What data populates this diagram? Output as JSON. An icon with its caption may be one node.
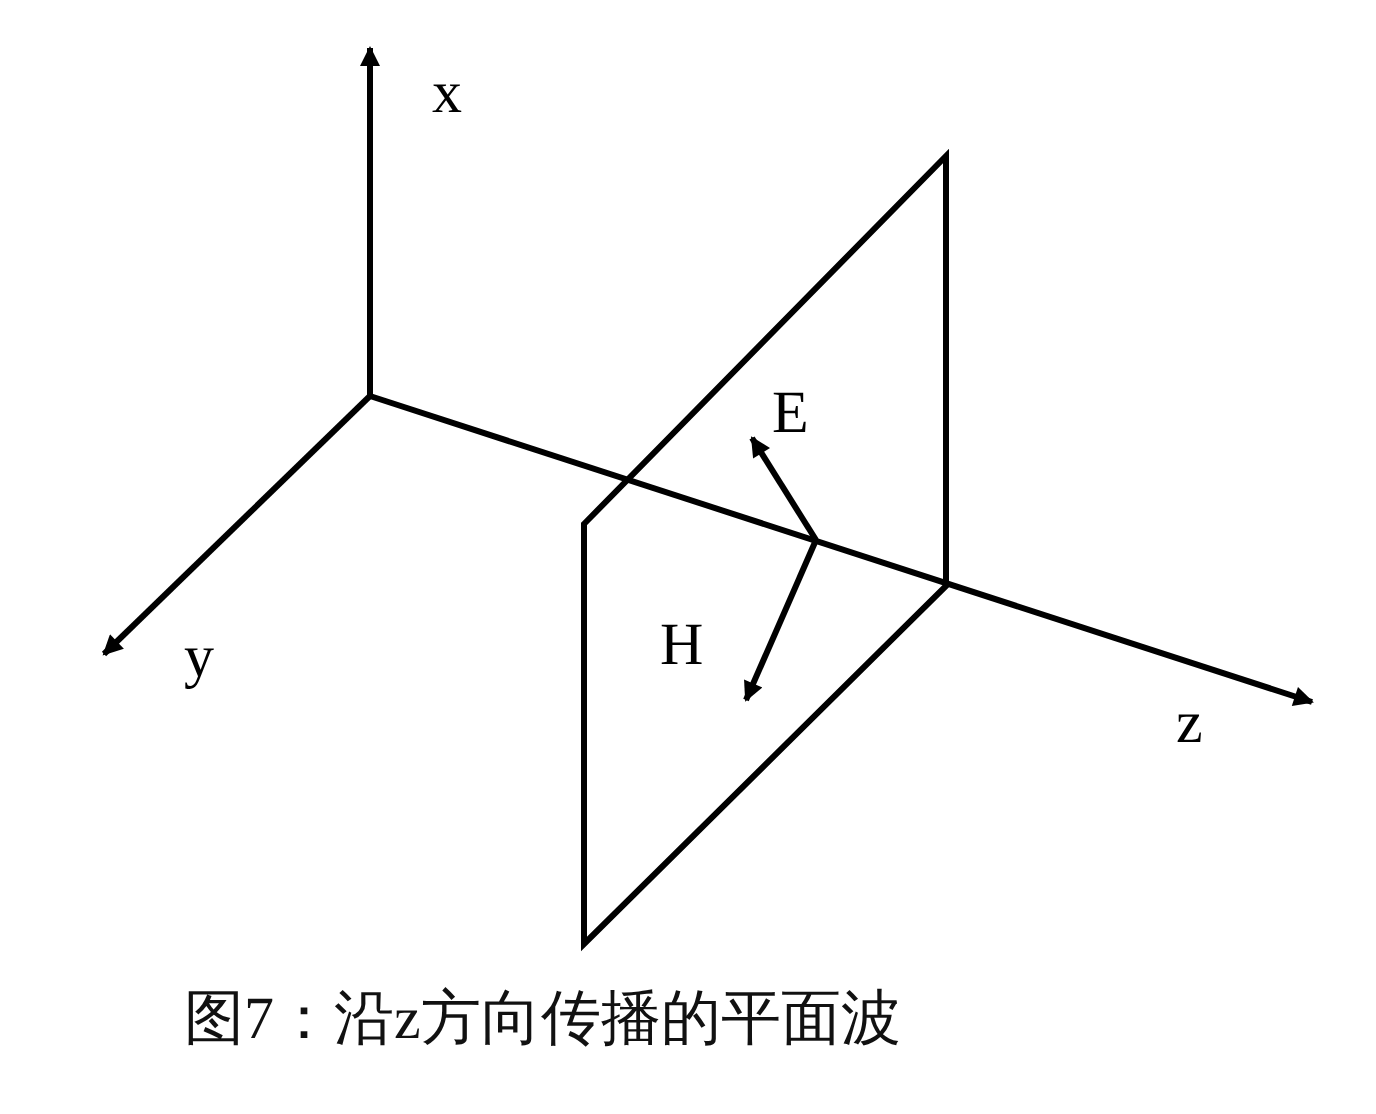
{
  "diagram": {
    "caption": "图7：沿z方向传播的平面波",
    "labels": [
      "x",
      "E",
      "H",
      "y",
      "z"
    ]
  }
}
